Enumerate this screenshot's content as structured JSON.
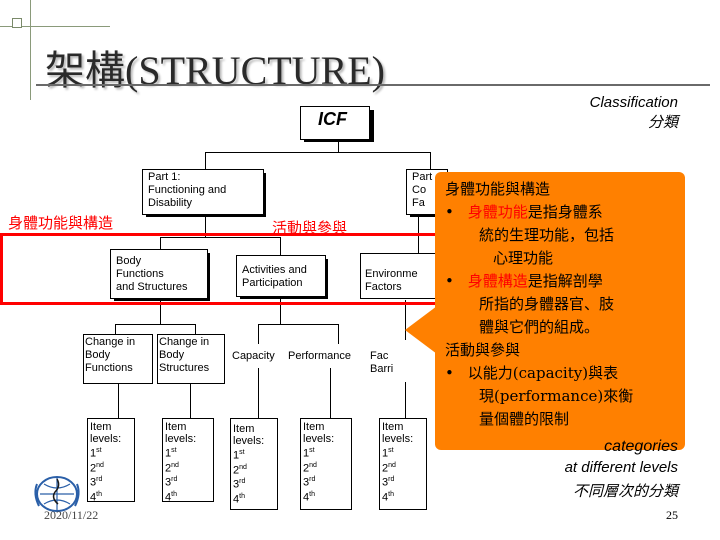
{
  "slide": {
    "title": "架構(STRUCTURE)",
    "date": "2020/11/22",
    "page_number": "25"
  },
  "classification": {
    "line1": "Classification",
    "line2": "分類"
  },
  "tree": {
    "root": "ICF",
    "part1": {
      "line1": "Part 1:",
      "line2": "Functioning and",
      "line3": "Disability"
    },
    "part2": {
      "line1": "Part",
      "line2": "Co",
      "line3": "Fa"
    },
    "body_functions": {
      "line1": "Body",
      "line2": "Functions",
      "line3": "and Structures"
    },
    "activities": {
      "line1": "Activities and",
      "line2": "Participation"
    },
    "environmental": {
      "line1": "Environme",
      "line2": "Factors"
    },
    "change_functions": {
      "line1": "Change in",
      "line2": "Body",
      "line3": "Functions"
    },
    "change_structures": {
      "line1": "Change in",
      "line2": "Body",
      "line3": "Structures"
    },
    "capacity": "Capacity",
    "performance": "Performance",
    "facilitators": {
      "line1": "Fac",
      "line2": "Barri"
    },
    "item_levels": {
      "line1": "Item",
      "line2": "levels:",
      "l1": "1",
      "l2": "2",
      "l3": "3",
      "l4": "4",
      "s1": "st",
      "s2": "nd",
      "s3": "rd",
      "s4": "th"
    }
  },
  "red_labels": {
    "body_function_structure": "身體功能與構造",
    "activity_participation": "活動與參與"
  },
  "callout": {
    "heading1": "身體功能與構造",
    "b1_red": "身體功能",
    "b1_rest": "是指身體系",
    "b1_line2": "統的生理功能，包括",
    "b1_line3": "心理功能",
    "b2_red": "身體構造",
    "b2_rest": "是指解剖學",
    "b2_line2": "所指的身體器官、肢",
    "b2_line3": "體與它們的組成。",
    "heading2": "活動與參與",
    "b3_line1": "以能力(capacity)與表",
    "b3_line2": "現(performance)來衡",
    "b3_line3": "量個體的限制",
    "bullet": "•"
  },
  "bottom_right": {
    "line1": "categories",
    "line2": "at different levels",
    "line3": "不同層次的分類"
  }
}
